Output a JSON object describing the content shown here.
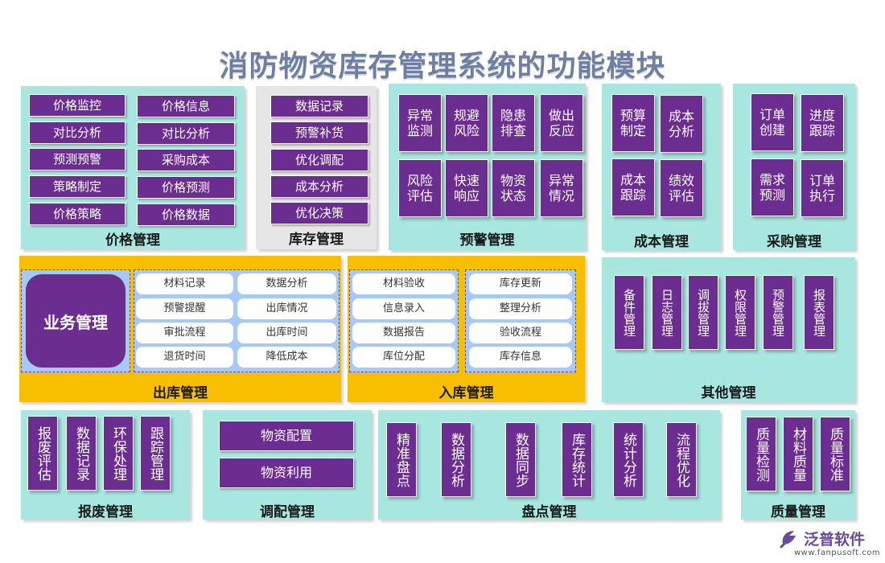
{
  "title": "消防物资库存管理系统的功能模块",
  "price": {
    "label": "价格管理",
    "items": [
      "价格监控",
      "价格信息",
      "对比分析",
      "对比分析",
      "预测预警",
      "采购成本",
      "策略制定",
      "价格预测",
      "价格策略",
      "价格数据"
    ]
  },
  "stock": {
    "label": "库存管理",
    "items": [
      "数据记录",
      "预警补货",
      "优化调配",
      "成本分析",
      "优化决策"
    ]
  },
  "warn": {
    "label": "预警管理",
    "items": [
      "异常监测",
      "规避风险",
      "隐患排查",
      "做出反应",
      "风险评估",
      "快速响应",
      "物资状态",
      "异常情况"
    ]
  },
  "cost": {
    "label": "成本管理",
    "items": [
      "预算制定",
      "成本分析",
      "成本跟踪",
      "绩效评估"
    ]
  },
  "purchase": {
    "label": "采购管理",
    "items": [
      "订单创建",
      "进度跟踪",
      "需求预测",
      "订单执行"
    ]
  },
  "outbound": {
    "label": "出库管理",
    "biz": "业务管理",
    "items": [
      "材料记录",
      "数据分析",
      "预警提醒",
      "出库情况",
      "审批流程",
      "出库时间",
      "退货时间",
      "降低成本"
    ]
  },
  "inbound": {
    "label": "入库管理",
    "left": [
      "材料验收",
      "信息录入",
      "数据报告",
      "库位分配"
    ],
    "right": [
      "库存更新",
      "整理分析",
      "验收流程",
      "库存信息"
    ]
  },
  "other": {
    "label": "其他管理",
    "items": [
      "备件管理",
      "日志管理",
      "调拔管理",
      "权限管理",
      "预警管理",
      "报表管理"
    ]
  },
  "scrap": {
    "label": "报废管理",
    "items": [
      "报废评估",
      "数据记录",
      "环保处理",
      "跟踪管理"
    ]
  },
  "alloc": {
    "label": "调配管理",
    "items": [
      "物资配置",
      "物资利用"
    ]
  },
  "inventory": {
    "label": "盘点管理",
    "items": [
      "精准盘点",
      "数据分析",
      "数据同步",
      "库存统计",
      "统计分析",
      "流程优化"
    ]
  },
  "quality": {
    "label": "质量管理",
    "items": [
      "质量检测",
      "材料质量",
      "质量标准"
    ]
  },
  "logo": {
    "name": "泛普软件",
    "url": "www.fanpusoft.com"
  },
  "colors": {
    "teal": "#a8e6e0",
    "purple": "#6c2d91",
    "orange": "#f8bf00",
    "gray": "#e6e6e6"
  }
}
